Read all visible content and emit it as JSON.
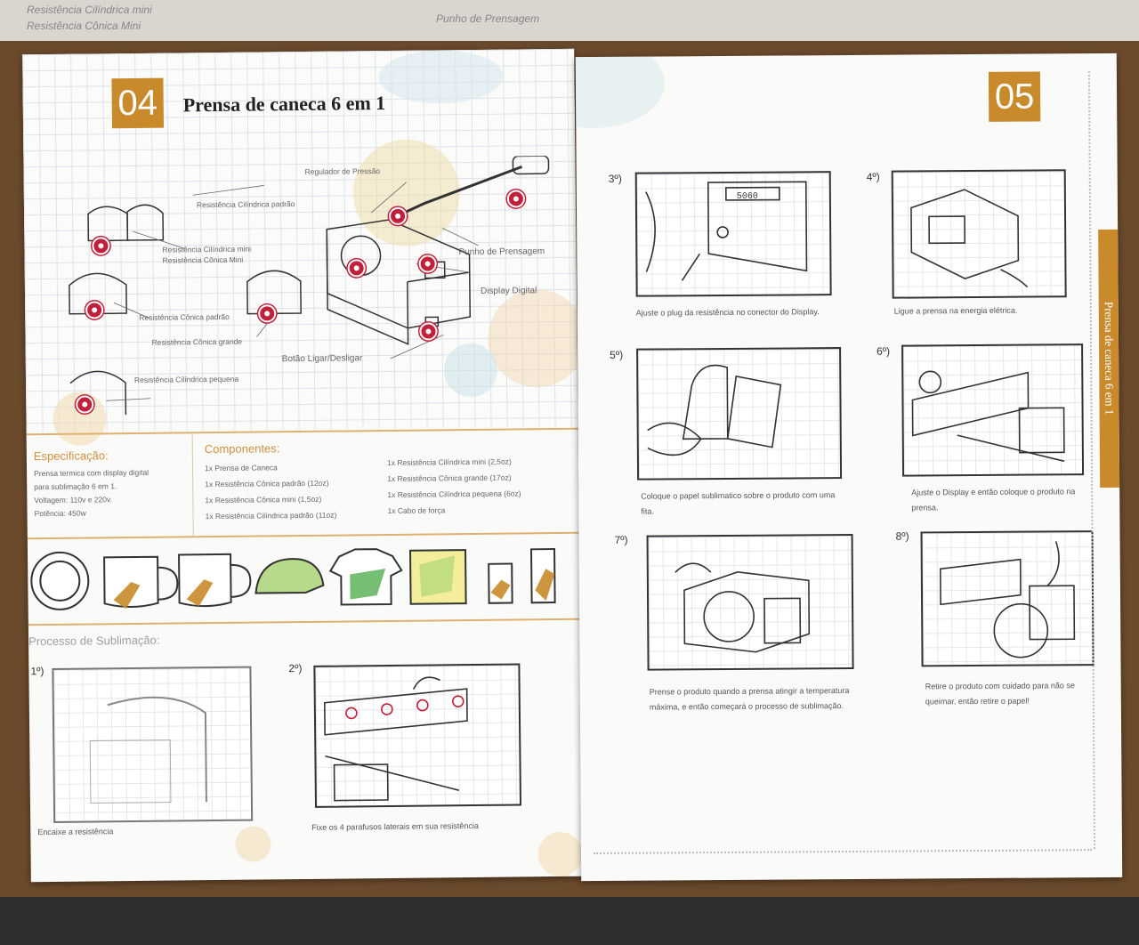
{
  "left_page": {
    "page_number": "04",
    "title": "Prensa de caneca 6 em 1",
    "diagram_labels": [
      "Regulador de Pressão",
      "Resistência Cilíndrica padrão",
      "Resistência Cilíndrica mini",
      "Resistência Cônica Mini",
      "Punho de Prensagem",
      "Display Digital",
      "Resistência Cônica padrão",
      "Resistência Cônica grande",
      "Botão Ligar/Desligar",
      "Resistência Cilíndrica pequena"
    ],
    "specification": {
      "heading": "Especificação:",
      "lines": [
        "Prensa termica com display digital",
        "para sublimação 6 em 1.",
        "Voltagem: 110v e 220v.",
        "Potência: 450w"
      ]
    },
    "components": {
      "heading": "Componentes:",
      "col1": [
        "1x Prensa de Caneca",
        "1x Resistência Cônica padrão (12oz)",
        "1x Resistência Cônica mini (1,5oz)",
        "1x Resistência Cilíndrica padrão (11oz)"
      ],
      "col2": [
        "1x Resistência Cilíndrica mini (2,5oz)",
        "1x Resistência Cônica grande (17oz)",
        "1x Resistência Cilíndrica pequena (6oz)",
        "1x Cabo de força"
      ]
    },
    "process_heading": "Processo de Sublimação:",
    "steps": [
      {
        "num": "1º)",
        "caption": "Encaixe a resistência"
      },
      {
        "num": "2º)",
        "caption": "Fixe os 4 parafusos laterais em sua resistência"
      }
    ]
  },
  "right_page": {
    "page_number": "05",
    "side_tab": "Prensa de caneca 6 em 1",
    "steps": [
      {
        "num": "3º)",
        "caption": "Ajuste o plug da resistência no conector do Display."
      },
      {
        "num": "4º)",
        "caption": "Ligue a prensa na energia elétrica."
      },
      {
        "num": "5º)",
        "caption": "Coloque o papel sublimatico sobre o produto com uma fita."
      },
      {
        "num": "6º)",
        "caption": "Ajuste o Display e então coloque o produto na prensa."
      },
      {
        "num": "7º)",
        "caption": "Prense o produto quando a prensa atingir a temperatura máxima, e então começará o processo de sublimação."
      },
      {
        "num": "8º)",
        "caption": "Retire o produto com cuidado para não se queimar, então retire o papel!"
      }
    ],
    "display_readout": "5060"
  },
  "background_strip": {
    "ghost_text_1": "Resistência Cilíndrica mini",
    "ghost_text_2": "Resistência Cônica Mini",
    "ghost_text_3": "Punho de Prensagem"
  },
  "colors": {
    "accent_orange": "#c98a2b",
    "marker_red": "#c2203a",
    "section_heading": "#d09040"
  }
}
